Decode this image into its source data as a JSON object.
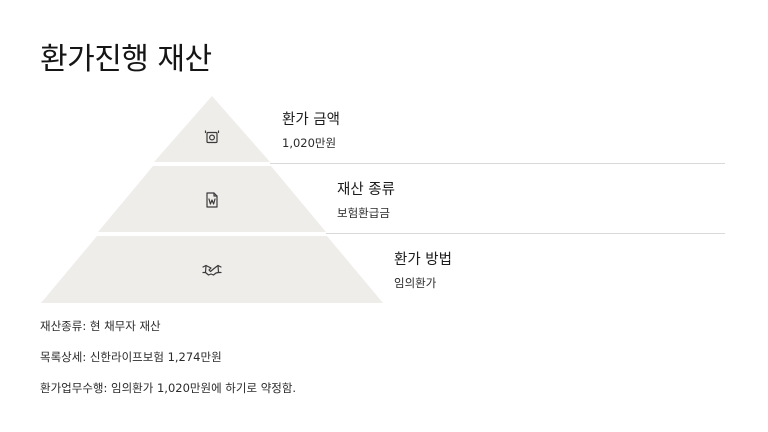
{
  "title": "환가진행 재산",
  "colors": {
    "tier_fill": "#efedea",
    "icon_stroke": "#3a3a3a",
    "divider": "#d9d9d9"
  },
  "levels": [
    {
      "icon": "cash-icon",
      "title": "환가 금액",
      "value": "1,020만원"
    },
    {
      "icon": "document-icon",
      "title": "재산 종류",
      "value": "보험환급금"
    },
    {
      "icon": "handshake-icon",
      "title": "환가 방법",
      "value": "임의환가"
    }
  ],
  "notes": [
    "재산종류: 현 채무자 재산",
    "목록상세: 신한라이프보험 1,274만원",
    "환가업무수행: 임의환가 1,020만원에 하기로 약정함."
  ]
}
